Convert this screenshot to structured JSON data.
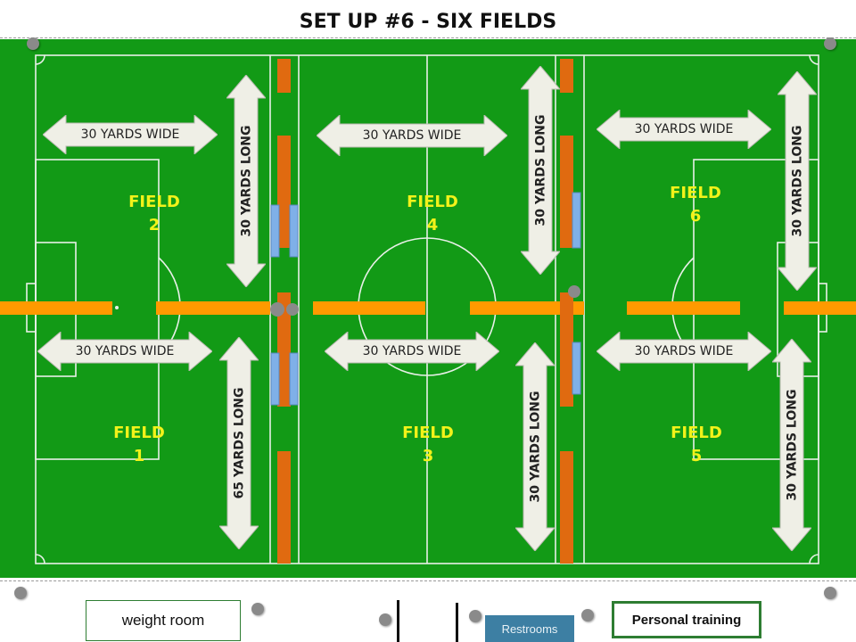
{
  "title": "SET UP #6 - SIX FIELDS",
  "colors": {
    "grass": "#129a16",
    "field_lines": "#e8f0e8",
    "cone_orange": "#ff9a00",
    "divider_orange": "#e06a10",
    "goal_blue": "#7fb0e8",
    "label_yellow": "#f2f21a",
    "arrow_fill": "#efefe6"
  },
  "arrows": {
    "f2_wide": "30 YARDS WIDE",
    "f2_long": "30 YARDS LONG",
    "f4_wide": "30 YARDS WIDE",
    "f4_long": "30 YARDS LONG",
    "f6_wide": "30 YARDS WIDE",
    "f6_long": "30 YARDS LONG",
    "f1_wide": "30 YARDS WIDE",
    "f1_long": "65 YARDS LONG",
    "f3_wide": "30 YARDS WIDE",
    "f3_long": "30 YARDS LONG",
    "f5_wide": "30 YARDS WIDE",
    "f5_long": "30 YARDS LONG"
  },
  "fields": {
    "f1": {
      "name": "FIELD",
      "number": "1"
    },
    "f2": {
      "name": "FIELD",
      "number": "2"
    },
    "f3": {
      "name": "FIELD",
      "number": "3"
    },
    "f4": {
      "name": "FIELD",
      "number": "4"
    },
    "f5": {
      "name": "FIELD",
      "number": "5"
    },
    "f6": {
      "name": "FIELD",
      "number": "6"
    }
  },
  "facilities": {
    "weight_room": "weight room",
    "restrooms": "Restrooms",
    "personal_training": "Personal training"
  }
}
